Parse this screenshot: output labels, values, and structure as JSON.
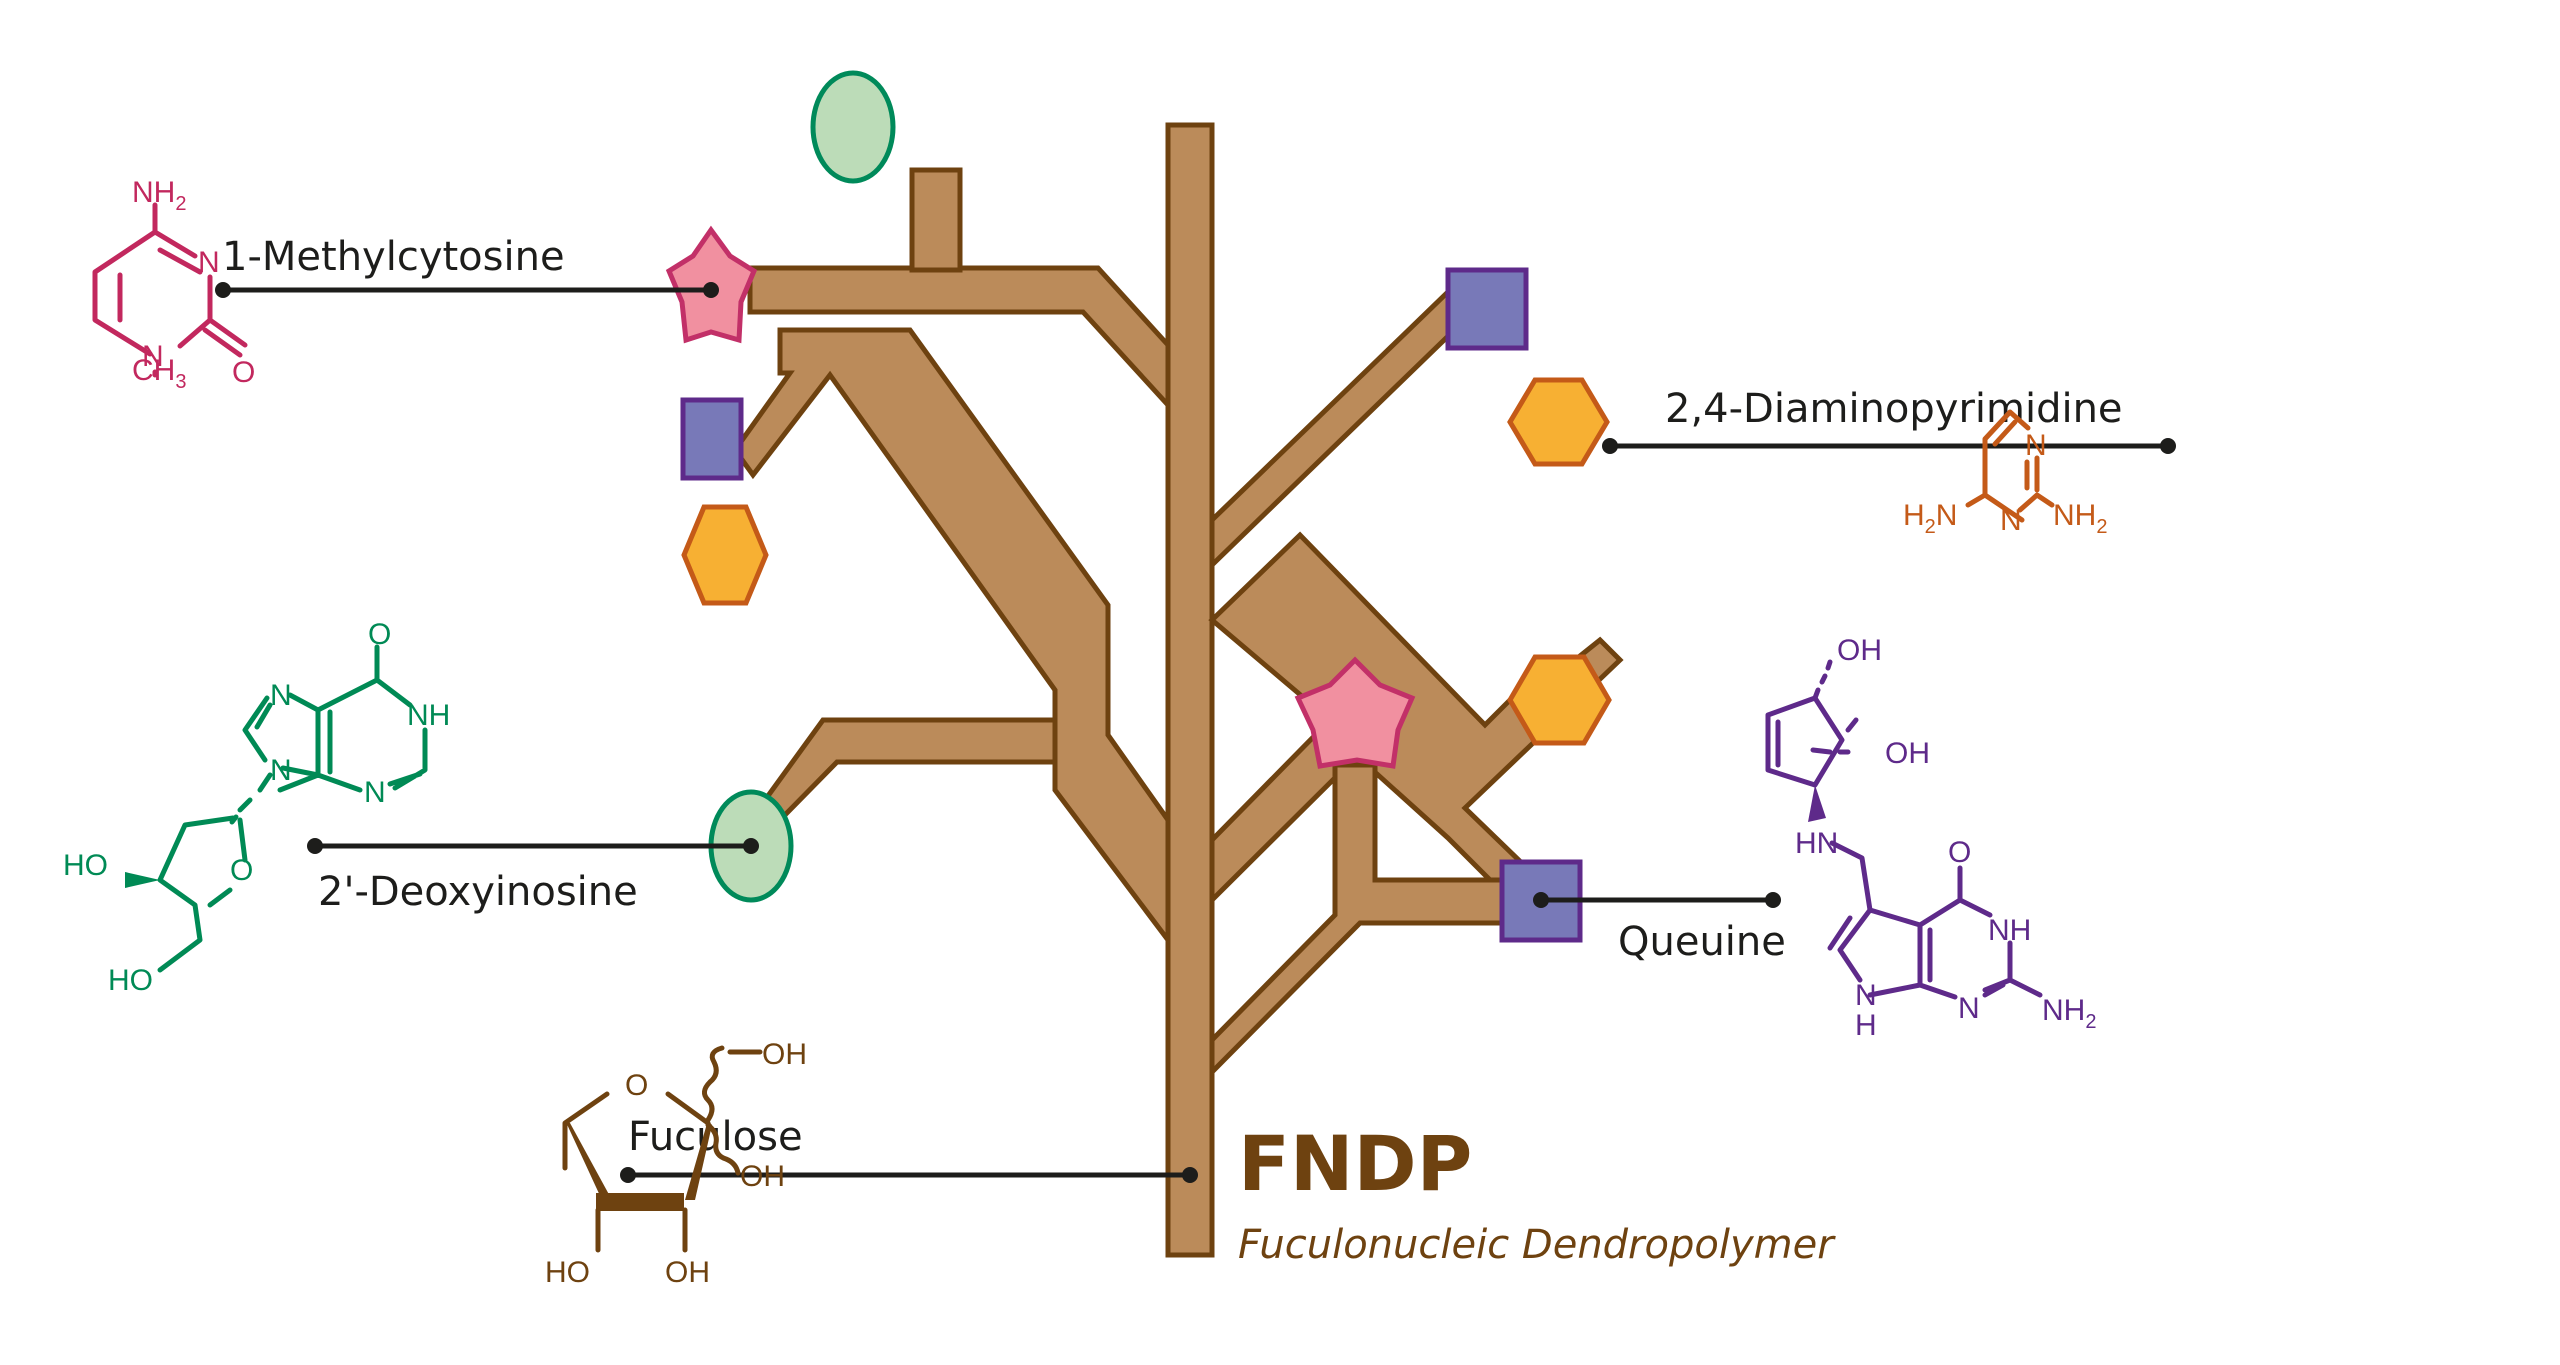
{
  "title": "FNDP",
  "subtitle": "Fuculonucleic Dendropolymer",
  "colors": {
    "branch_fill": "#bb8b5a",
    "branch_outline": "#6e4210",
    "circle_fill": "#bcdcb8",
    "circle_outline": "#008a5a",
    "square_fill": "#7879b8",
    "square_outline": "#5e2a8a",
    "hexagon_fill": "#f7b033",
    "hexagon_outline": "#c45a18",
    "star_fill": "#f190a0",
    "star_outline": "#c23068",
    "methylcytosine": "#c2285e",
    "deoxyinosine": "#008a55",
    "fuculose": "#6e4210",
    "diaminopyrimidine": "#c45a18",
    "queuine": "#5e2a8a",
    "leader": "#1d1d1b"
  },
  "monomers": [
    {
      "shape": "star",
      "name": "1-Methylcytosine"
    },
    {
      "shape": "circle",
      "name": "2'-Deoxyinosine"
    },
    {
      "shape": "trunk",
      "name": "Fuculose"
    },
    {
      "shape": "hexagon",
      "name": "2,4-Diaminopyrimidine"
    },
    {
      "shape": "square",
      "name": "Queuine"
    }
  ],
  "structures": {
    "methylcytosine": {
      "nh2": "NH",
      "nh2_sub": "2",
      "n3": "N",
      "n1": "N",
      "o": "O",
      "ch3": "CH",
      "ch3_sub": "3"
    },
    "deoxyinosine": {
      "o": "O",
      "nh": "NH",
      "n7": "N",
      "n9": "N",
      "n3": "N",
      "ho1": "HO",
      "ring_o": "O",
      "ho2": "HO"
    },
    "fuculose": {
      "ring_o": "O",
      "oh_top": "OH",
      "oh_mid": "OH",
      "ho_bl": "HO",
      "oh_br": "OH"
    },
    "diaminopyrimidine": {
      "n1": "N",
      "n3": "N",
      "h2n": "H",
      "h2n_sub": "2",
      "h2n_n": "N",
      "nh2": "NH",
      "nh2_sub": "2"
    },
    "queuine": {
      "oh1": "OH",
      "oh2": "OH",
      "hn": "HN",
      "o": "O",
      "nh": "NH",
      "n": "N",
      "nh_n": "N",
      "nh_h": "H",
      "nh2": "NH",
      "nh2_sub": "2"
    }
  }
}
